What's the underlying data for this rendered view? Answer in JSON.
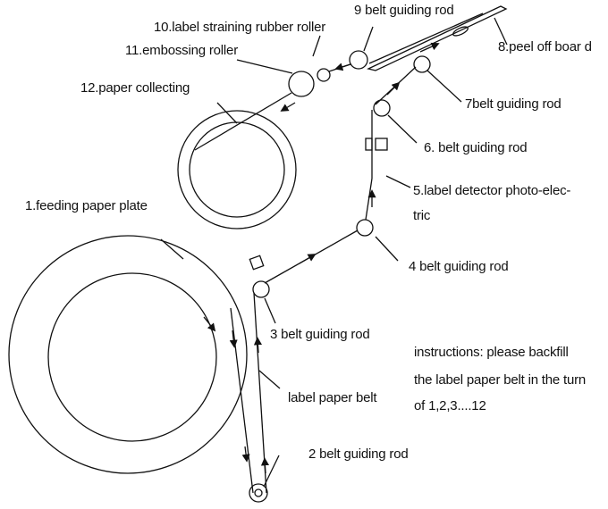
{
  "labels": {
    "feeding_plate": "1.feeding paper plate",
    "rod2": "2 belt guiding rod",
    "rod3": "3 belt guiding rod",
    "rod4": "4  belt guiding rod",
    "detector_line1": "5.label detector photo-elec-",
    "detector_line2": "tric",
    "rod6": "6. belt guiding rod",
    "rod7": "7belt guiding rod",
    "peel_board": "8.peel off boar d",
    "rod9": "9 belt guiding rod",
    "straining_roller": "10.label straining rubber roller",
    "embossing_roller": "11.embossing  roller",
    "paper_collecting": "12.paper collecting",
    "label_belt": "label paper belt"
  },
  "instructions": {
    "line1": "instructions: please backfill",
    "line2": "the label paper belt in the turn",
    "line3": "of 1,2,3....12"
  },
  "colors": {
    "line": "#111111",
    "background": "#ffffff"
  }
}
